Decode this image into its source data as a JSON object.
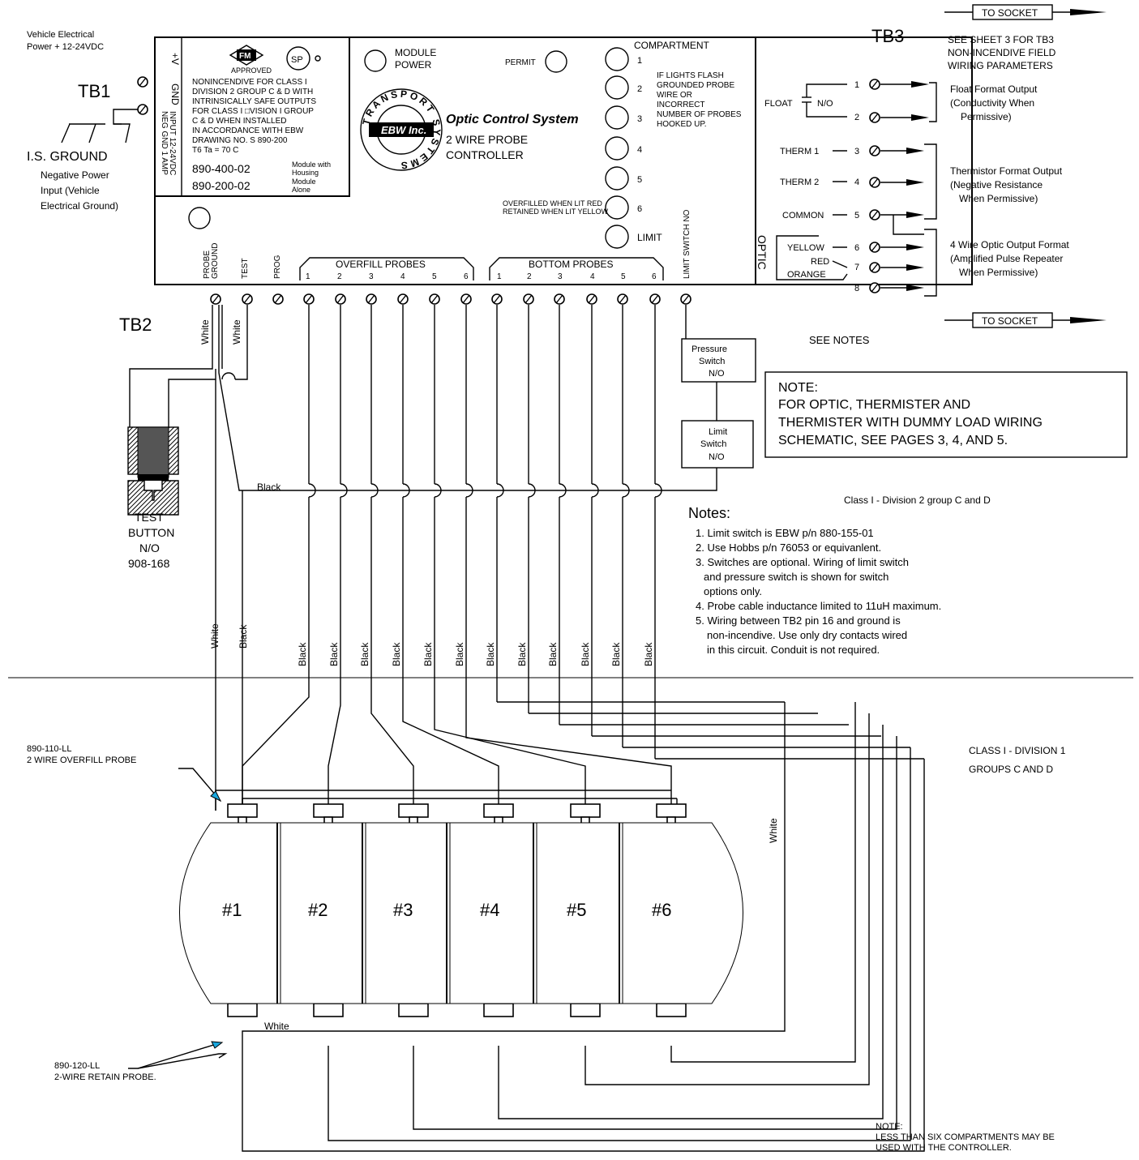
{
  "vehicle_power": [
    "Vehicle Electrical",
    "Power + 12-24VDC"
  ],
  "tb1": "TB1",
  "tb2": "TB2",
  "tb3": "TB3",
  "is_ground": {
    "title": "I.S. GROUND",
    "lines": [
      "Negative Power",
      "Input (Vehicle",
      "Electrical Ground)"
    ]
  },
  "module": {
    "plus_v": "+V",
    "gnd": "GND",
    "input_lines": [
      "INPUT 12-24VDC",
      "NEG GND 1 AMP"
    ],
    "fm": "FM",
    "approved": "APPROVED",
    "csa": "SP",
    "notice": [
      "NONINCENDIVE FOR CLASS I",
      "DIVISION 2 GROUP C & D WITH",
      "INTRINSICALLY SAFE OUTPUTS",
      "FOR CLASS I □VISION I GROUP",
      "C & D WHEN INSTALLED",
      "IN ACCORDANCE WITH EBW",
      "DRAWING NO. S 890-200",
      "T6 Ta = 70 C"
    ],
    "part1": "890-400-02",
    "part1_desc": [
      "Module with",
      "Housing"
    ],
    "part2": "890-200-02",
    "part2_desc": [
      "Module",
      "Alone"
    ],
    "module_power": [
      "MODULE",
      "POWER"
    ],
    "permit": "PERMIT",
    "logo_ring": "TRANSPORT SYSTEMS",
    "logo_center": "EBW Inc.",
    "system_title": "Optic Control System",
    "product": [
      "2  WIRE PROBE",
      "CONTROLLER"
    ],
    "overfill_note": [
      "OVERFILLED WHEN LIT RED",
      "RETAINED WHEN LIT YELLOW"
    ],
    "compartment_title": "COMPARTMENT",
    "compartment_leds": [
      "1",
      "2",
      "3",
      "4",
      "5",
      "6",
      "LIMIT"
    ],
    "flash_note": [
      "IF LIGHTS FLASH",
      "GROUNDED PROBE",
      "WIRE OR",
      "INCORRECT",
      "NUMBER OF PROBES",
      "HOOKED UP."
    ],
    "optic": "OPTIC",
    "float": "FLOAT",
    "no": "N/O",
    "therm1": "THERM 1",
    "therm2": "THERM 2",
    "common": "COMMON",
    "yellow": "YELLOW",
    "red": "RED",
    "orange": "ORANGE"
  },
  "tb2_labels": {
    "probe_ground": [
      "PROBE",
      "GROUND"
    ],
    "test": "TEST",
    "prog": "PROG",
    "limit_switch": "LIMIT SWITCH NO"
  },
  "overfill_probes": "OVERFILL PROBES",
  "bottom_probes": "BOTTOM PROBES",
  "probe_numbers": [
    "1",
    "2",
    "3",
    "4",
    "5",
    "6"
  ],
  "tb3_pins": [
    "1",
    "2",
    "3",
    "4",
    "5",
    "6",
    "7",
    "8"
  ],
  "to_socket": "TO SOCKET",
  "see_sheet": [
    "SEE SHEET 3 FOR TB3",
    "NON-INCENDIVE FIELD",
    "WIRING PARAMETERS"
  ],
  "outputs": {
    "float": [
      "Float Format Output",
      "(Conductivity When",
      "Permissive)"
    ],
    "thermistor": [
      "Thermistor Format Output",
      "(Negative Resistance",
      "When Permissive)"
    ],
    "optic": [
      "4 Wire Optic Output Format",
      "(Amplified Pulse Repeater",
      "When Permissive)"
    ]
  },
  "see_notes": "SEE NOTES",
  "pressure_switch": [
    "Pressure",
    "Switch",
    "N/O"
  ],
  "limit_switch": [
    "Limit",
    "Switch",
    "N/O"
  ],
  "note_box": [
    "NOTE:",
    "FOR OPTIC, THERMISTER AND",
    "THERMISTER WITH DUMMY LOAD WIRING",
    "SCHEMATIC, SEE PAGES 3, 4, AND 5."
  ],
  "wire_white": "White",
  "wire_black": "Black",
  "test_button": [
    "TEST",
    "BUTTON",
    "N/O",
    "908-168"
  ],
  "class_div2": "Class I - Division 2 group C and D",
  "notes_title": "Notes:",
  "notes": [
    "1. Limit switch is EBW p/n 880-155-01",
    "2. Use Hobbs p/n 76053 or equivanlent.",
    "3. Switches are optional. Wiring of limit switch",
    "and pressure switch is shown for switch",
    "options only.",
    "4. Probe cable inductance limited to 11uH maximum.",
    "5. Wiring between TB2 pin 16 and ground is",
    "non-incendive. Use only dry contacts wired",
    "in this circuit. Conduit is not required."
  ],
  "class_div1": [
    "CLASS I - DIVISION 1",
    "GROUPS C AND D"
  ],
  "overfill_probe_part": [
    "890-110-LL",
    "2 WIRE OVERFILL PROBE"
  ],
  "retain_probe_part": [
    "890-120-LL",
    "2-WIRE RETAIN PROBE."
  ],
  "compartments": [
    "#1",
    "#2",
    "#3",
    "#4",
    "#5",
    "#6"
  ],
  "bottom_note": [
    "NOTE:",
    "LESS THAN SIX COMPARTMENTS MAY BE",
    "USED WITH THE CONTROLLER."
  ]
}
